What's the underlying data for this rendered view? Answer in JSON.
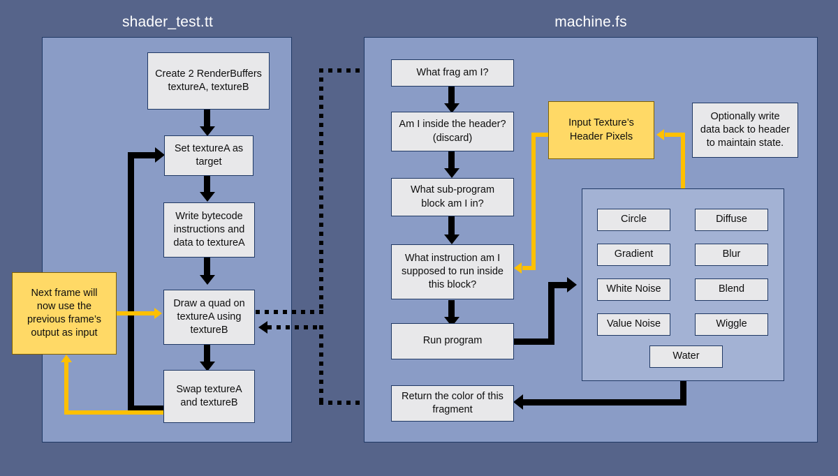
{
  "diagram": {
    "background_color": "#56648a",
    "panel_color": "#8a9cc6",
    "inner_panel_color": "#a3b2d4",
    "node_color": "#e8e8ea",
    "accent_yellow": "#ffd966",
    "arrow_yellow": "#ffc000",
    "border_color": "#1f3864"
  },
  "panels": {
    "left": {
      "title": "shader_test.tt",
      "nodes": {
        "create_buffers": "Create 2 RenderBuffers\ntextureA, textureB",
        "set_target": "Set textureA as\ntarget",
        "write_bytecode": "Write bytecode\ninstructions and\ndata to textureA",
        "draw_quad": "Draw a quad on\ntextureA using\ntextureB",
        "swap": "Swap textureA\nand textureB"
      },
      "callout": "Next frame will\nnow use the\nprevious frame’s\noutput as input"
    },
    "right": {
      "title": "machine.fs",
      "nodes": {
        "what_frag": "What frag am I?",
        "inside_header": "Am I inside the header?\n(discard)",
        "sub_program": "What sub-program\nblock am I in?",
        "what_instruction": "What instruction am I\nsupposed to run inside\nthis block?",
        "run_program": "Run program",
        "return_color": "Return the color of this\nfragment"
      },
      "header_pixels": "Input Texture’s\nHeader Pixels",
      "write_back": "Optionally write\ndata back to header\nto maintain state.",
      "operations": [
        "Circle",
        "Diffuse",
        "Gradient",
        "Blur",
        "White Noise",
        "Blend",
        "Value Noise",
        "Wiggle",
        "Water"
      ]
    }
  }
}
